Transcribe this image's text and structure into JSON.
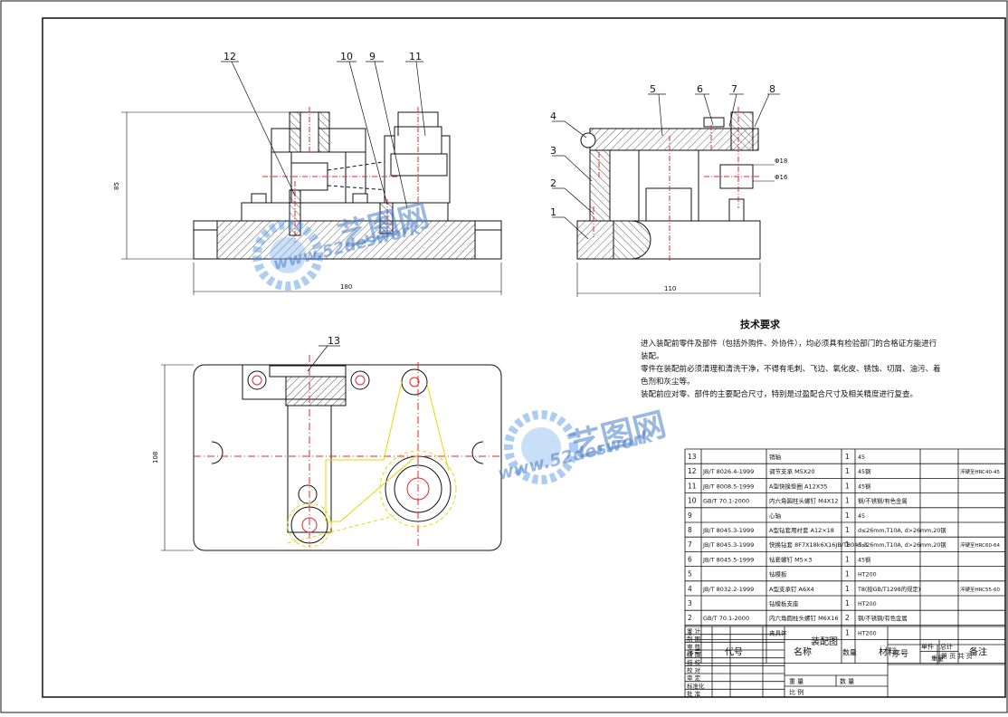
{
  "front_view": {
    "callouts": [
      "12",
      "10",
      "9",
      "11"
    ],
    "dim_height": "85",
    "dim_width": "180"
  },
  "side_view": {
    "callouts": [
      "5",
      "6",
      "7",
      "8",
      "4",
      "3",
      "2",
      "1"
    ],
    "dim_width": "110",
    "fit_1": "Φ18",
    "fit_2": "Φ16"
  },
  "plan_view": {
    "callouts": [
      "13"
    ],
    "dim_height": "108"
  },
  "tech_requirements": {
    "title": "技术要求",
    "lines": [
      "进入装配前零件及部件（包括外购件、外协件），均必须具有检验部门的合格证方能进行",
      "装配。",
      "零件在装配前必须清理和清洗干净，不得有毛刺、飞边、氧化皮、锈蚀、切屑、油污、着",
      "色剂和灰尘等。",
      "装配前应对零、部件的主要配合尺寸，特别是过盈配合尺寸及相关精度进行复查。"
    ]
  },
  "bom": {
    "rows": [
      {
        "no": "13",
        "code": "",
        "name": "销轴",
        "qty": "1",
        "mat": "45",
        "note": ""
      },
      {
        "no": "12",
        "code": "JB/T 8026.4-1999",
        "name": "调节支承 M5X20",
        "qty": "1",
        "mat": "45钢",
        "note": "淬硬至HRC40-45"
      },
      {
        "no": "11",
        "code": "JB/T 8008.5-1999",
        "name": "A型快换垫圈 A12X35",
        "qty": "1",
        "mat": "45钢",
        "note": ""
      },
      {
        "no": "10",
        "code": "GB/T 70.1-2000",
        "name": "内六角圆柱头螺钉 M4X12",
        "qty": "1",
        "mat": "钢/不锈钢/有色金属",
        "note": ""
      },
      {
        "no": "9",
        "code": "",
        "name": "心轴",
        "qty": "1",
        "mat": "45",
        "note": ""
      },
      {
        "no": "8",
        "code": "JB/T 8045.3-1999",
        "name": "A型钻套用衬套 A12×18",
        "qty": "1",
        "mat": "d≤26mm,T10A, d>26mm,20钢",
        "note": ""
      },
      {
        "no": "7",
        "code": "JB/T 8045.3-1999",
        "name": "快换钻套 8F7X18k6X16JB/T8045.3",
        "qty": "1",
        "mat": "d≤26mm,T10A, d>26mm,20钢",
        "note": "淬硬至HRC60-64"
      },
      {
        "no": "6",
        "code": "JB/T 8045.5-1999",
        "name": "钻套螺钉 M5×3",
        "qty": "1",
        "mat": "45钢",
        "note": ""
      },
      {
        "no": "5",
        "code": "",
        "name": "钻模板",
        "qty": "1",
        "mat": "HT200",
        "note": ""
      },
      {
        "no": "4",
        "code": "JB/T 8032.2-1999",
        "name": "A型支承钉 A6X4",
        "qty": "1",
        "mat": "T8(按GB/T1298的规定)",
        "note": "淬硬至HRC55-60"
      },
      {
        "no": "3",
        "code": "",
        "name": "钻模板支座",
        "qty": "1",
        "mat": "HT200",
        "note": ""
      },
      {
        "no": "2",
        "code": "GB/T 70.1-2000",
        "name": "内六角圆柱头螺钉 M6X16",
        "qty": "2",
        "mat": "钢/不锈钢/有色金属",
        "note": ""
      },
      {
        "no": "1",
        "code": "",
        "name": "夹具体",
        "qty": "1",
        "mat": "HT200",
        "note": ""
      }
    ],
    "header": {
      "no": "序号",
      "code": "代号",
      "name": "名称",
      "qty": "数量",
      "mat": "材料",
      "unit": "单件",
      "total": "总计",
      "weight": "重量",
      "note": "备注"
    }
  },
  "title_block": {
    "roles": [
      "设 计",
      "制 图",
      "审 核",
      "描 图",
      "描 校",
      "校 对",
      "审 定",
      "标准化",
      "批 准"
    ],
    "drawing_name": "装配图",
    "serial_label": "序号",
    "sheet_label": "第  页 共  页",
    "weight_label": "重 量",
    "qty_label": "数 量",
    "scale_label": "比 例"
  },
  "watermarks": [
    {
      "brand": "艺图网",
      "site": "www.52deswork"
    },
    {
      "brand": "艺图网",
      "site": "www.52deswork"
    }
  ],
  "colors": {
    "line": "#111111",
    "center": "#e8262c",
    "yellow": "#e8d600",
    "hatch": "#333333",
    "wm": "#4a7fc8"
  }
}
